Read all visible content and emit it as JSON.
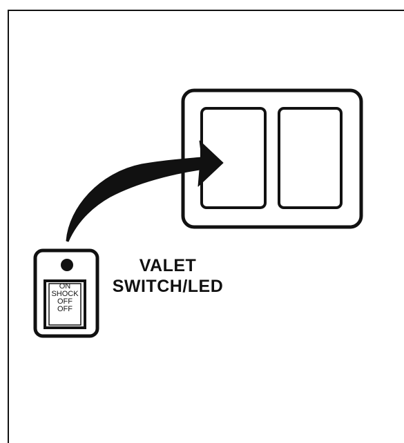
{
  "label": {
    "line1": "VALET",
    "line2": "SWITCH/LED"
  },
  "switch": {
    "on": "ON",
    "shock": "SHOCK",
    "off1": "OFF",
    "off2": "OFF"
  },
  "icons": [
    "valet-switch-icon",
    "led-indicator-icon",
    "curved-arrow-icon",
    "dash-panel-icon"
  ],
  "colors": {
    "ink": "#111111",
    "background": "#ffffff"
  }
}
